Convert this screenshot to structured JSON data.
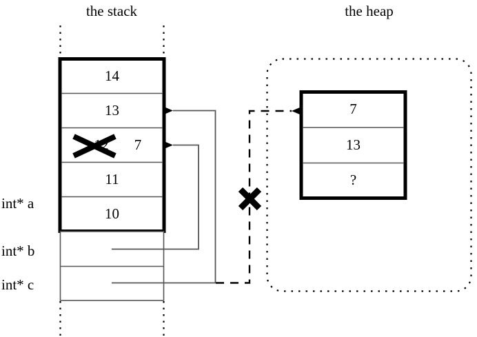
{
  "titles": {
    "stack": "the stack",
    "heap": "the heap"
  },
  "stack": {
    "frame_cells": [
      {
        "value": "14"
      },
      {
        "value": "13"
      },
      {
        "value": "12",
        "struck": true,
        "new_value": "7"
      },
      {
        "value": "11"
      },
      {
        "value": "10"
      }
    ],
    "pointer_rows": [
      {
        "label": "int* a",
        "value": ""
      },
      {
        "label": "int* b",
        "value": ""
      },
      {
        "label": "int* c",
        "value": ""
      }
    ]
  },
  "heap": {
    "cells": [
      {
        "value": "7"
      },
      {
        "value": "13"
      },
      {
        "value": "?"
      }
    ]
  },
  "annotations": {
    "strike_stack_cell": "x-mark-icon",
    "strike_heap_pointer": "x-mark-icon",
    "struck_old_value": "12",
    "replacement_value": "7"
  },
  "colors": {
    "ink": "#000000",
    "thin_line": "#555555",
    "background": "#ffffff"
  }
}
